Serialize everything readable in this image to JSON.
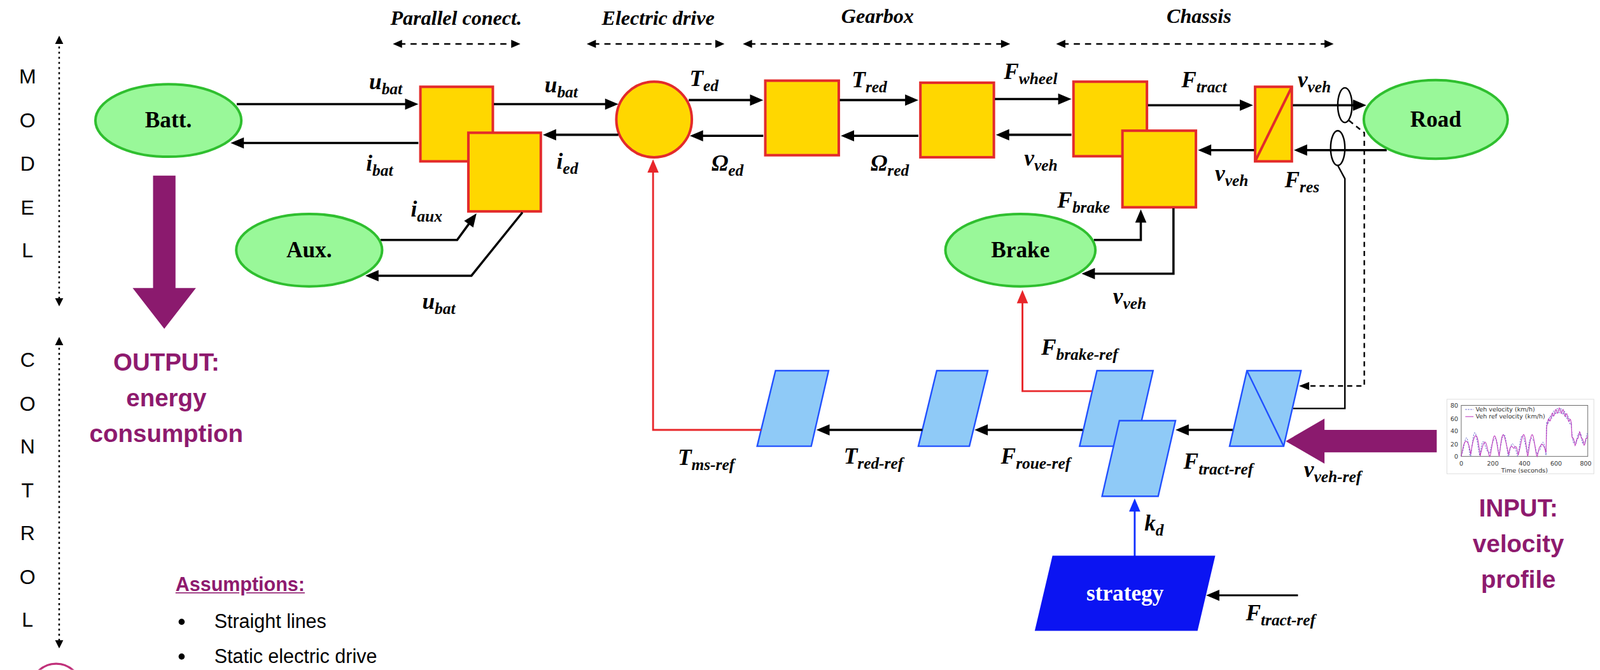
{
  "diagram": {
    "nodes": [
      {
        "text": [
          "Batt."
        ]
      },
      {
        "text": [
          "Road"
        ]
      },
      {
        "text": [
          "Aux."
        ]
      },
      {
        "text": [
          "Brake"
        ]
      },
      {
        "text": [
          "strategy"
        ]
      }
    ],
    "labels": [
      "Parallel conect.",
      "Electric drive",
      "Gearbox",
      "Chassis",
      "MODEL",
      "ubat",
      "ubat",
      "Ted",
      "Tred",
      "Fwheel",
      "Ftract",
      "vveh",
      "ibat",
      "ied",
      "Ωed",
      "Ωred",
      "vveh",
      "vveh",
      "Fres",
      "Fbrake",
      "iaux",
      "ubat",
      "vveh",
      "CONTROL",
      "OUTPUT: energy consumption",
      "Fbrake-ref",
      "Tms-ref",
      "Tred-ref",
      "Froue-ref",
      "Ftract-ref",
      "vveh-ref",
      "kd",
      "INPUT: velocity profile",
      "Ftract-ref",
      "Assumptions:",
      "Straight lines",
      "Static electric drive",
      "Veh velocity (km/h)",
      "Veh ref velocity (km/h)",
      "80",
      "60",
      "40",
      "20",
      "0",
      "0",
      "200",
      "400",
      "600",
      "800",
      "Time (seconds)"
    ]
  }
}
